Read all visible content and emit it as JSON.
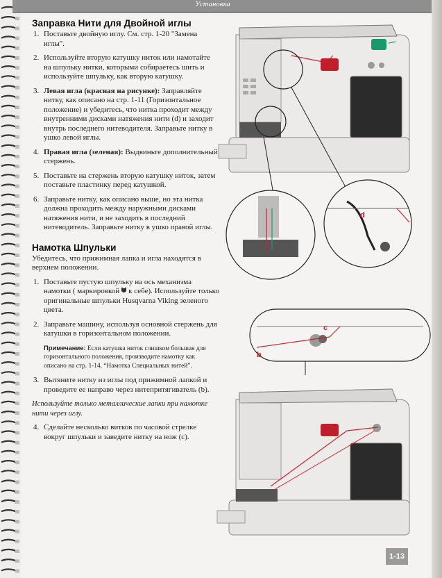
{
  "header": {
    "title": "Установка"
  },
  "section1": {
    "heading": "Заправка Нити для Двойной иглы",
    "items": [
      {
        "num": "1.",
        "text": "Поставьте двойную иглу. См. стр. 1-20 \"Замена иглы\"."
      },
      {
        "num": "2.",
        "text": "Используйте вторую катушку ниток или намотайте на шпульку нитки, которыми собираетесь шить и используйте шпульку, как вторую катушку."
      },
      {
        "num": "3.",
        "bold": "Левая игла (красная на рисунке):",
        "text": "Заправляйте нитку, как описано на стр. 1-11 (Горизонтальное положение) и убедитесь, что нитка проходит между внутренними дисками натяжения нити (d) и заходит внутрь последнего нитеводителя. Заправьте нитку в ушко левой иглы."
      },
      {
        "num": "4.",
        "bold": "Правая игла (зеленая):",
        "text": "Выдвиньте дополнительный стержень."
      },
      {
        "num": "5.",
        "text": "Поставьте на стержень вторую катушку ниток, затем поставьте пластинку перед катушкой."
      },
      {
        "num": "6.",
        "text": "Заправьте нитку, как описано выше, но эта нитка должна проходить между наружными дисками натяжения нити, и не заходить в последний нитеводитель. Заправьте нитку в ушко правой иглы."
      }
    ]
  },
  "section2": {
    "heading": "Намотка Шпульки",
    "intro": "Убедитесь, что прижимная лапка и игла находятся в верхнем положении.",
    "item1": {
      "num": "1.",
      "text_a": "Поставьте пустую шпульку на ось механизма намотки ( маркировкой",
      "text_b": "к себе). Используйте только оригинальные шпульки Husqvarna Viking зеленого цвета."
    },
    "item2": {
      "num": "2.",
      "text": "Заправьте машину, используя основной стержень для катушки в горизонтальном положении."
    },
    "note": {
      "label": "Примечание:",
      "text": "Если катушка ниток слишком большая для горизонтального положения, произво­дите намотку как описано на стр. 1-14, “Намотка Специальных нитей”."
    },
    "item3": {
      "num": "3.",
      "text": "Вытяните нитку из иглы под прижимной лапкой и проведите ее направо через нитепритягиватель (b)."
    },
    "italic_note": "Используйте только металлические лапки при намотке нити через иглу.",
    "item4": {
      "num": "4.",
      "text": "Сделайте несколько витков по часовой стрелке вокруг шпульки и заведите нитку на нож (c)."
    }
  },
  "labels": {
    "d": "d",
    "b": "b",
    "c": "c"
  },
  "page_number": "1-13",
  "colors": {
    "red_thread": "#d0202a",
    "green_thread": "#1a9a6a",
    "label_red": "#c0202a"
  }
}
